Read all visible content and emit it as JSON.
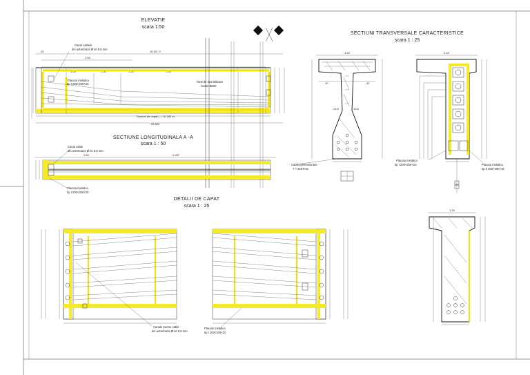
{
  "views": {
    "elevation": {
      "title": "ELEVATIE",
      "scale": "scara 1:50"
    },
    "long_section": {
      "title": "SECTIUNE LONGITUDINALA A -A",
      "scale": "scara 1 : 50"
    },
    "end_details": {
      "title": "DETALII DE CAPAT",
      "scale": "scara 1 : 25"
    },
    "cross_sections": {
      "title": "SECTIUNI TRANSVERSALE CARACTERISTICE",
      "scale": "scara 1 : 25"
    }
  },
  "annotations": {
    "cable_duct": "Canal cablele",
    "cable_duct_sub": "din antretoaza Ø int 8.5 mm",
    "plate": "Placuta metalica",
    "plate_type": "tip I 200×200×20",
    "joint": "Rost de monolitizare",
    "joint_sub": "beton B500",
    "segment": "Tronson de capat L = 10.253 m",
    "cable_duct_2": "Canal cable",
    "cable_duct_2_sub": "din antretoaza Ø int 8.5 mm",
    "plate_2": "Placuta metalica",
    "plate_2_type": "tip I 200×200×20",
    "prestress": "Cable pretensionare",
    "prestress_sub": "7 × 2407mm",
    "plate_3": "Placuta metalica",
    "plate_3_type": "tip I 200×200×20",
    "plate_4": "Placuta metalica",
    "plate_4_type": "tip II 400×200×16",
    "cable_ch": "Canale pentru cable",
    "cable_ch_sub": "din antretoaza Ø int 8.5 mm",
    "plate_5": "Placute metalice",
    "plate_5_type": "tip I 200×200×20"
  },
  "dims": {
    "e_half_span": "20.40 / 2",
    "e_250": "2.50",
    "e_160": "1.60",
    "e_150a": "1.50",
    "e_150b": "1.50",
    "e_150c": "1.50",
    "e_total": "20.852",
    "e_20": ".20",
    "ls_250": "2.50",
    "ls_937": "0.937",
    "cs_120": "1.20",
    "cs_42a": "42",
    "cs_42b": "42",
    "cs_120b": "1.20",
    "cs_120c": "1.20",
    "d_12a": "12.8",
    "d_12b": "12.8"
  }
}
